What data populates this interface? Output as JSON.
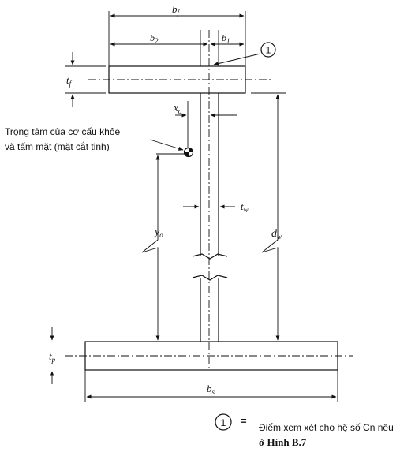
{
  "labels": {
    "bf": "b",
    "bf_sub": "f",
    "b2": "b",
    "b2_sub": "2",
    "b1": "b",
    "b1_sub": "1",
    "tf": "t",
    "tf_sub": "f",
    "xo": "x",
    "xo_sub": "o",
    "tw": "t",
    "tw_sub": "w",
    "yo": "y",
    "yo_sub": "o",
    "dw": "d",
    "dw_sub": "w",
    "tp": "t",
    "tp_sub": "p",
    "bs": "b",
    "bs_sub": "s"
  },
  "marker_number": "1",
  "centroid_note_line1": "Trọng tâm của cơ cấu khỏe",
  "centroid_note_line2": "và tấm mặt (mặt cắt tinh)",
  "legend": {
    "symbol": "1",
    "equals": "=",
    "text_line1": "Điểm xem xét cho hệ số Cn nêu",
    "text_line2_prefix": "ở ",
    "text_line2_ref": "Hình B.7"
  }
}
